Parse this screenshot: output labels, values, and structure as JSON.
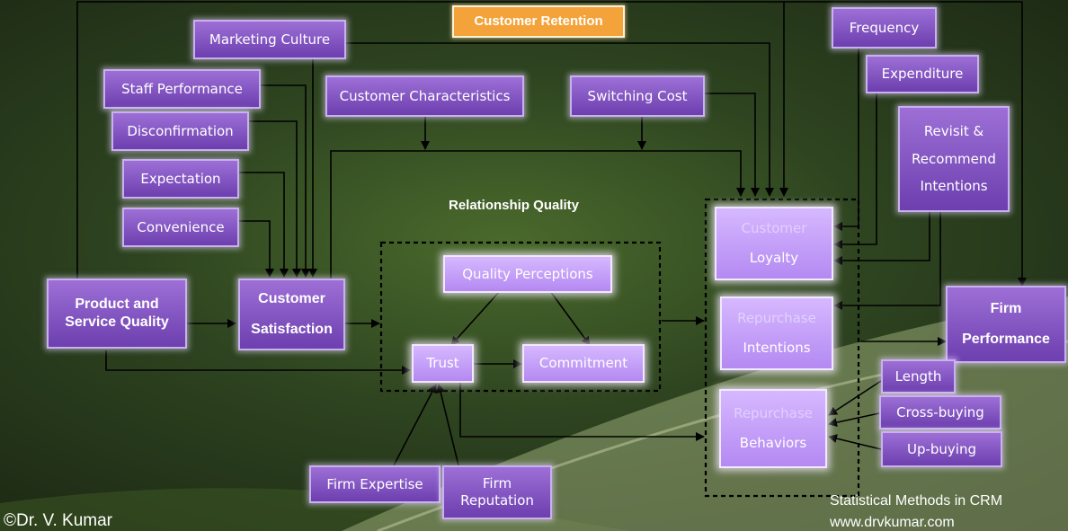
{
  "title": "Customer Retention",
  "section_label": "Relationship Quality",
  "boxes": {
    "marketing_culture": "Marketing Culture",
    "staff_performance": "Staff Performance",
    "disconfirmation": "Disconfirmation",
    "expectation": "Expectation",
    "convenience": "Convenience",
    "product_quality_line1": "Product and",
    "product_quality_line2": "Service Quality",
    "customer_satisfaction_line1": "Customer",
    "customer_satisfaction_line2": "Satisfaction",
    "customer_characteristics": "Customer Characteristics",
    "switching_cost": "Switching Cost",
    "quality_perceptions": "Quality Perceptions",
    "trust": "Trust",
    "commitment": "Commitment",
    "firm_expertise": "Firm Expertise",
    "firm_reputation_line1": "Firm",
    "firm_reputation_line2": "Reputation",
    "frequency": "Frequency",
    "expenditure": "Expenditure",
    "revisit_line1": "Revisit &",
    "revisit_line2": "Recommend",
    "revisit_line3": "Intentions",
    "loyalty_faint": "Customer",
    "loyalty_main": "Loyalty",
    "repurchase_int_faint": "Repurchase",
    "repurchase_int_main": "Intentions",
    "repurchase_beh_faint": "Repurchase",
    "repurchase_beh_main": "Behaviors",
    "firm_performance_line1": "Firm",
    "firm_performance_line2": "Performance",
    "length": "Length",
    "cross_buying": "Cross-buying",
    "up_buying": "Up-buying"
  },
  "footer": {
    "copyright": "©Dr. V. Kumar",
    "course": "Statistical Methods in CRM",
    "website": "www.drvkumar.com"
  }
}
